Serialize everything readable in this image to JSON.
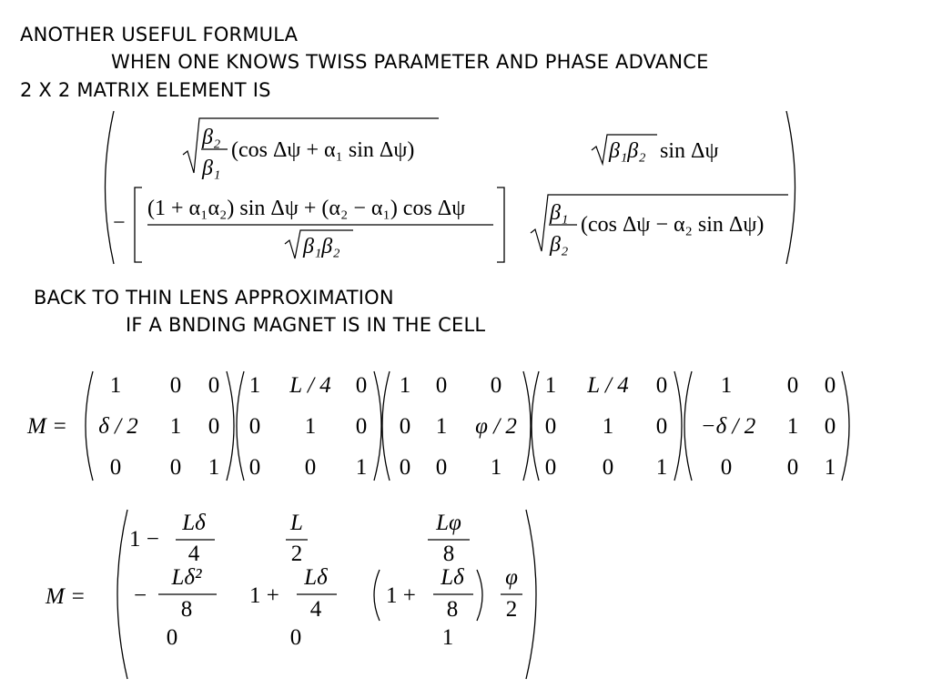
{
  "headings": {
    "h1": "ANOTHER USEFUL FORMULA",
    "h2": "WHEN ONE KNOWS TWISS PARAMETER AND PHASE ADVANCE",
    "h3": "2 X 2 MATRIX ELEMENT IS",
    "h4": "BACK TO THIN LENS APPROXIMATION",
    "h5": "IF A BNDING MAGNET IS IN THE CELL"
  },
  "twiss_matrix": {
    "m11_frac_num": "β₂",
    "m11_frac_den": "β₁",
    "m11_rest": "(cos Δψ + α₁ sin Δψ)",
    "m12_sqrt": "β₁β₂",
    "m12_rest": "sin Δψ",
    "m21_sign": "−",
    "m21_num": "(1 + α₁α₂) sin Δψ + (α₂ − α₁) cos Δψ",
    "m21_den": "β₁β₂",
    "m22_frac_num": "β₁",
    "m22_frac_den": "β₂",
    "m22_rest": "(cos Δψ − α₂ sin Δψ)"
  },
  "product": {
    "lhs": "M =",
    "m1": [
      [
        "1",
        "0",
        "0"
      ],
      [
        "δ / 2",
        "1",
        "0"
      ],
      [
        "0",
        "0",
        "1"
      ]
    ],
    "m2": [
      [
        "1",
        "L / 4",
        "0"
      ],
      [
        "0",
        "1",
        "0"
      ],
      [
        "0",
        "0",
        "1"
      ]
    ],
    "m3": [
      [
        "1",
        "0",
        "0"
      ],
      [
        "0",
        "1",
        "φ / 2"
      ],
      [
        "0",
        "0",
        "1"
      ]
    ],
    "m4": [
      [
        "1",
        "L / 4",
        "0"
      ],
      [
        "0",
        "1",
        "0"
      ],
      [
        "0",
        "0",
        "1"
      ]
    ],
    "m5": [
      [
        "1",
        "0",
        "0"
      ],
      [
        "−δ / 2",
        "1",
        "0"
      ],
      [
        "0",
        "0",
        "1"
      ]
    ]
  },
  "result": {
    "lhs": "M  =",
    "r1c1_a": "1 −",
    "r1c1_num": "Lδ",
    "r1c1_den": "4",
    "r1c2_num": "L",
    "r1c2_den": "2",
    "r1c3_num": "Lφ",
    "r1c3_den": "8",
    "r2c1_sign": "−",
    "r2c1_num": "Lδ²",
    "r2c1_den": "8",
    "r2c2_a": "1 +",
    "r2c2_num": "Lδ",
    "r2c2_den": "4",
    "r2c3_a": "1 +",
    "r2c3_num": "Lδ",
    "r2c3_den": "8",
    "r2c3_fnum": "φ",
    "r2c3_fden": "2",
    "r3c1": "0",
    "r3c2": "0",
    "r3c3": "1"
  }
}
